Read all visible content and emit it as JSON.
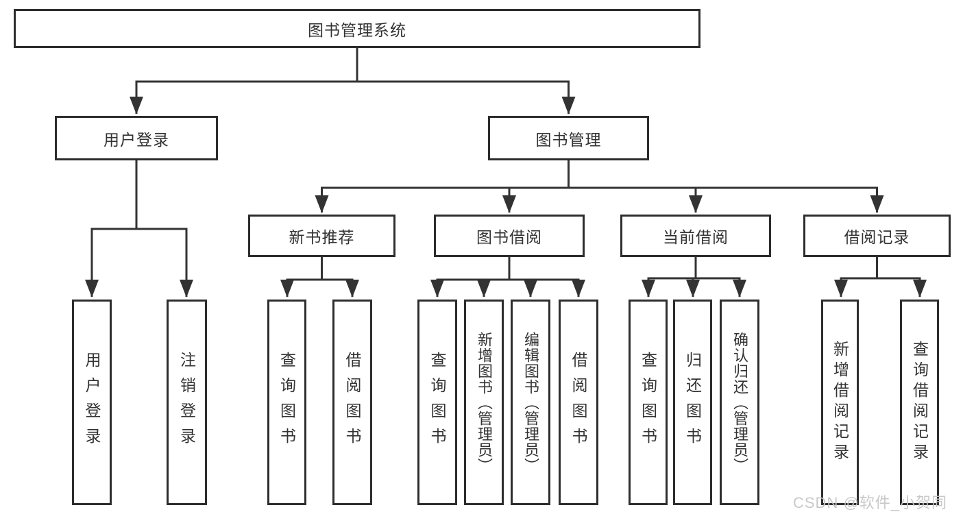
{
  "diagram": {
    "type": "feature-tree",
    "tree": {
      "label": "图书管理系统",
      "children": [
        {
          "label": "用户登录",
          "children": [
            {
              "label": "用户登录"
            },
            {
              "label": "注销登录"
            }
          ]
        },
        {
          "label": "图书管理",
          "children": [
            {
              "label": "新书推荐",
              "children": [
                {
                  "label": "查询图书"
                },
                {
                  "label": "借阅图书"
                }
              ]
            },
            {
              "label": "图书借阅",
              "children": [
                {
                  "label": "查询图书"
                },
                {
                  "label": "新增图书（管理员）"
                },
                {
                  "label": "编辑图书（管理员）"
                },
                {
                  "label": "借阅图书"
                }
              ]
            },
            {
              "label": "当前借阅",
              "children": [
                {
                  "label": "查询图书"
                },
                {
                  "label": "归还图书"
                },
                {
                  "label": "确认归还（管理员）"
                }
              ]
            },
            {
              "label": "借阅记录",
              "children": [
                {
                  "label": "新增借阅记录"
                },
                {
                  "label": "查询借阅记录"
                }
              ]
            }
          ]
        }
      ]
    },
    "watermark": "CSDN @软件_小贺同学",
    "colors": {
      "line": "#333333",
      "box_border": "#2d2d2d",
      "text": "#333333",
      "watermark": "#c6c6c6",
      "background": "#ffffff"
    }
  }
}
